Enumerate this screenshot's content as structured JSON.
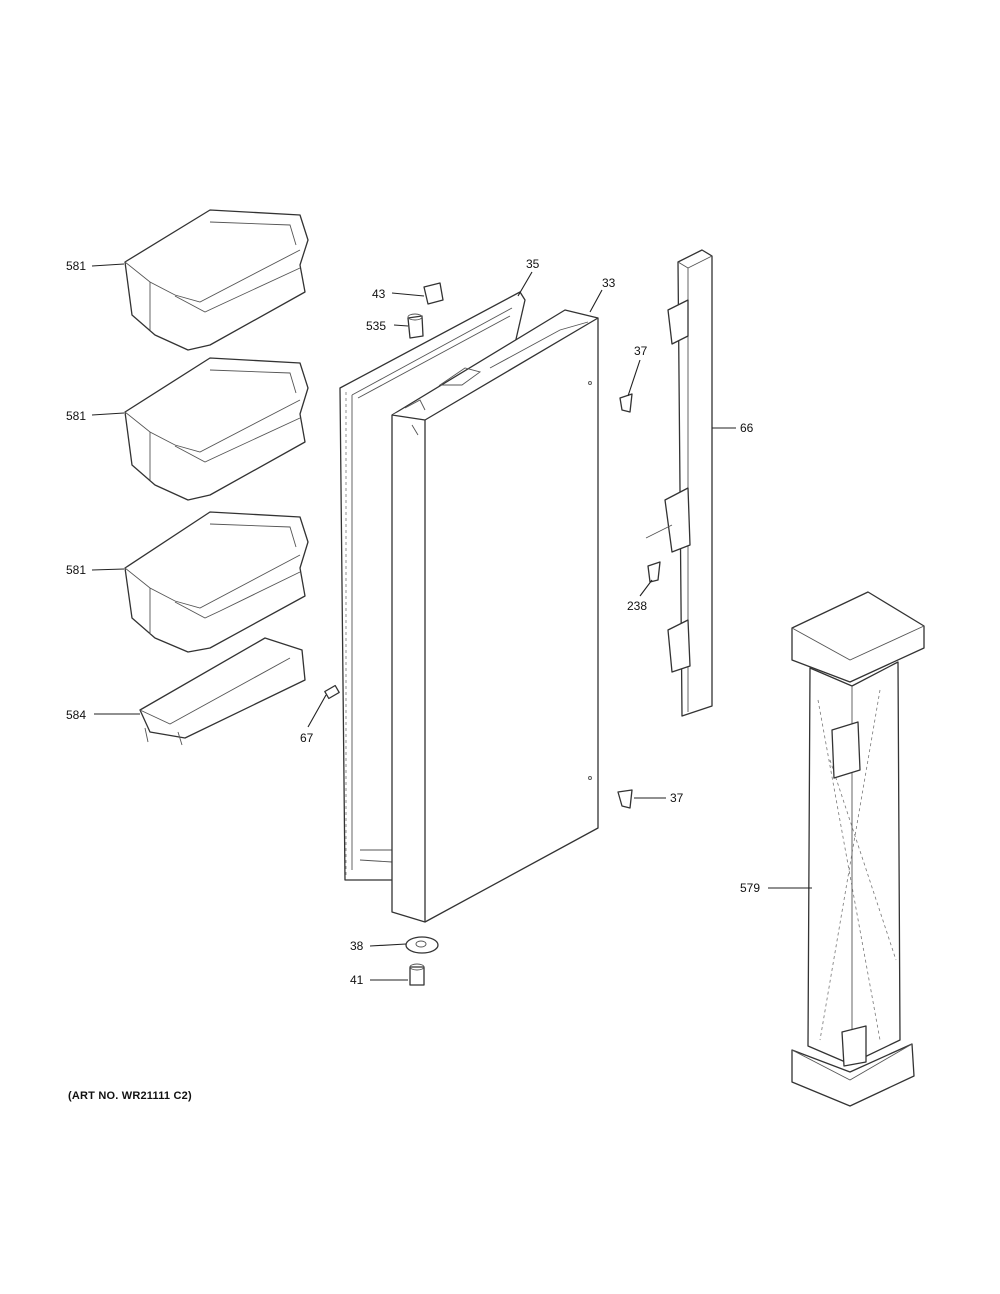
{
  "callouts": {
    "bin_581_top": "581",
    "bin_581_middle": "581",
    "bin_581_lower": "581",
    "bin_584": "584",
    "part_67": "67",
    "part_43": "43",
    "part_535": "535",
    "part_35": "35",
    "part_33": "33",
    "part_37_upper": "37",
    "part_37_lower": "37",
    "part_66": "66",
    "part_238": "238",
    "part_579": "579",
    "part_38": "38",
    "part_41": "41"
  },
  "art_number": "(ART NO. WR21111 C2)"
}
